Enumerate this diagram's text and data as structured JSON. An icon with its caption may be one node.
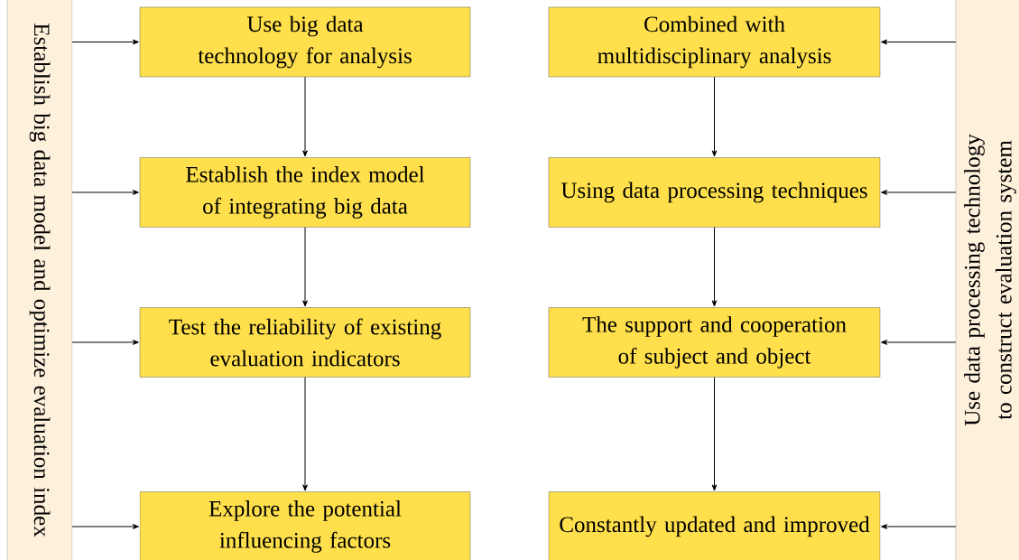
{
  "diagram": {
    "nodes": [
      {
        "text": [
          "Establish big data model and optimize evaluation index"
        ]
      },
      {
        "text": [
          "Use big data technology for analysis"
        ]
      },
      {
        "text": [
          "Establish the index model of integrating big data"
        ]
      },
      {
        "text": [
          "Test the reliability of existing evaluation indicators"
        ]
      },
      {
        "text": [
          "Explore the potential influencing factors"
        ]
      },
      {
        "text": [
          "Use data processing technology to construct evaluation system"
        ]
      },
      {
        "text": [
          "Combined with multidisciplinary analysis"
        ]
      },
      {
        "text": [
          "Using data processing techniques"
        ]
      },
      {
        "text": [
          "The support and cooperation of subject and object"
        ]
      },
      {
        "text": [
          "Constantly updated and improved"
        ]
      }
    ],
    "edges": [
      {
        "from": 0,
        "to": 1,
        "arrow": "to"
      },
      {
        "from": 0,
        "to": 2,
        "arrow": "to"
      },
      {
        "from": 0,
        "to": 3,
        "arrow": "to"
      },
      {
        "from": 0,
        "to": 4,
        "arrow": "to"
      },
      {
        "from": 1,
        "to": 2,
        "arrow": "to"
      },
      {
        "from": 2,
        "to": 3,
        "arrow": "to"
      },
      {
        "from": 3,
        "to": 4,
        "arrow": "to"
      },
      {
        "from": 5,
        "to": 6,
        "arrow": "to"
      },
      {
        "from": 5,
        "to": 7,
        "arrow": "to"
      },
      {
        "from": 5,
        "to": 8,
        "arrow": "to"
      },
      {
        "from": 5,
        "to": 9,
        "arrow": "to"
      },
      {
        "from": 6,
        "to": 7,
        "arrow": "to"
      },
      {
        "from": 7,
        "to": 8,
        "arrow": "to"
      },
      {
        "from": 8,
        "to": 9,
        "arrow": "to"
      }
    ]
  }
}
